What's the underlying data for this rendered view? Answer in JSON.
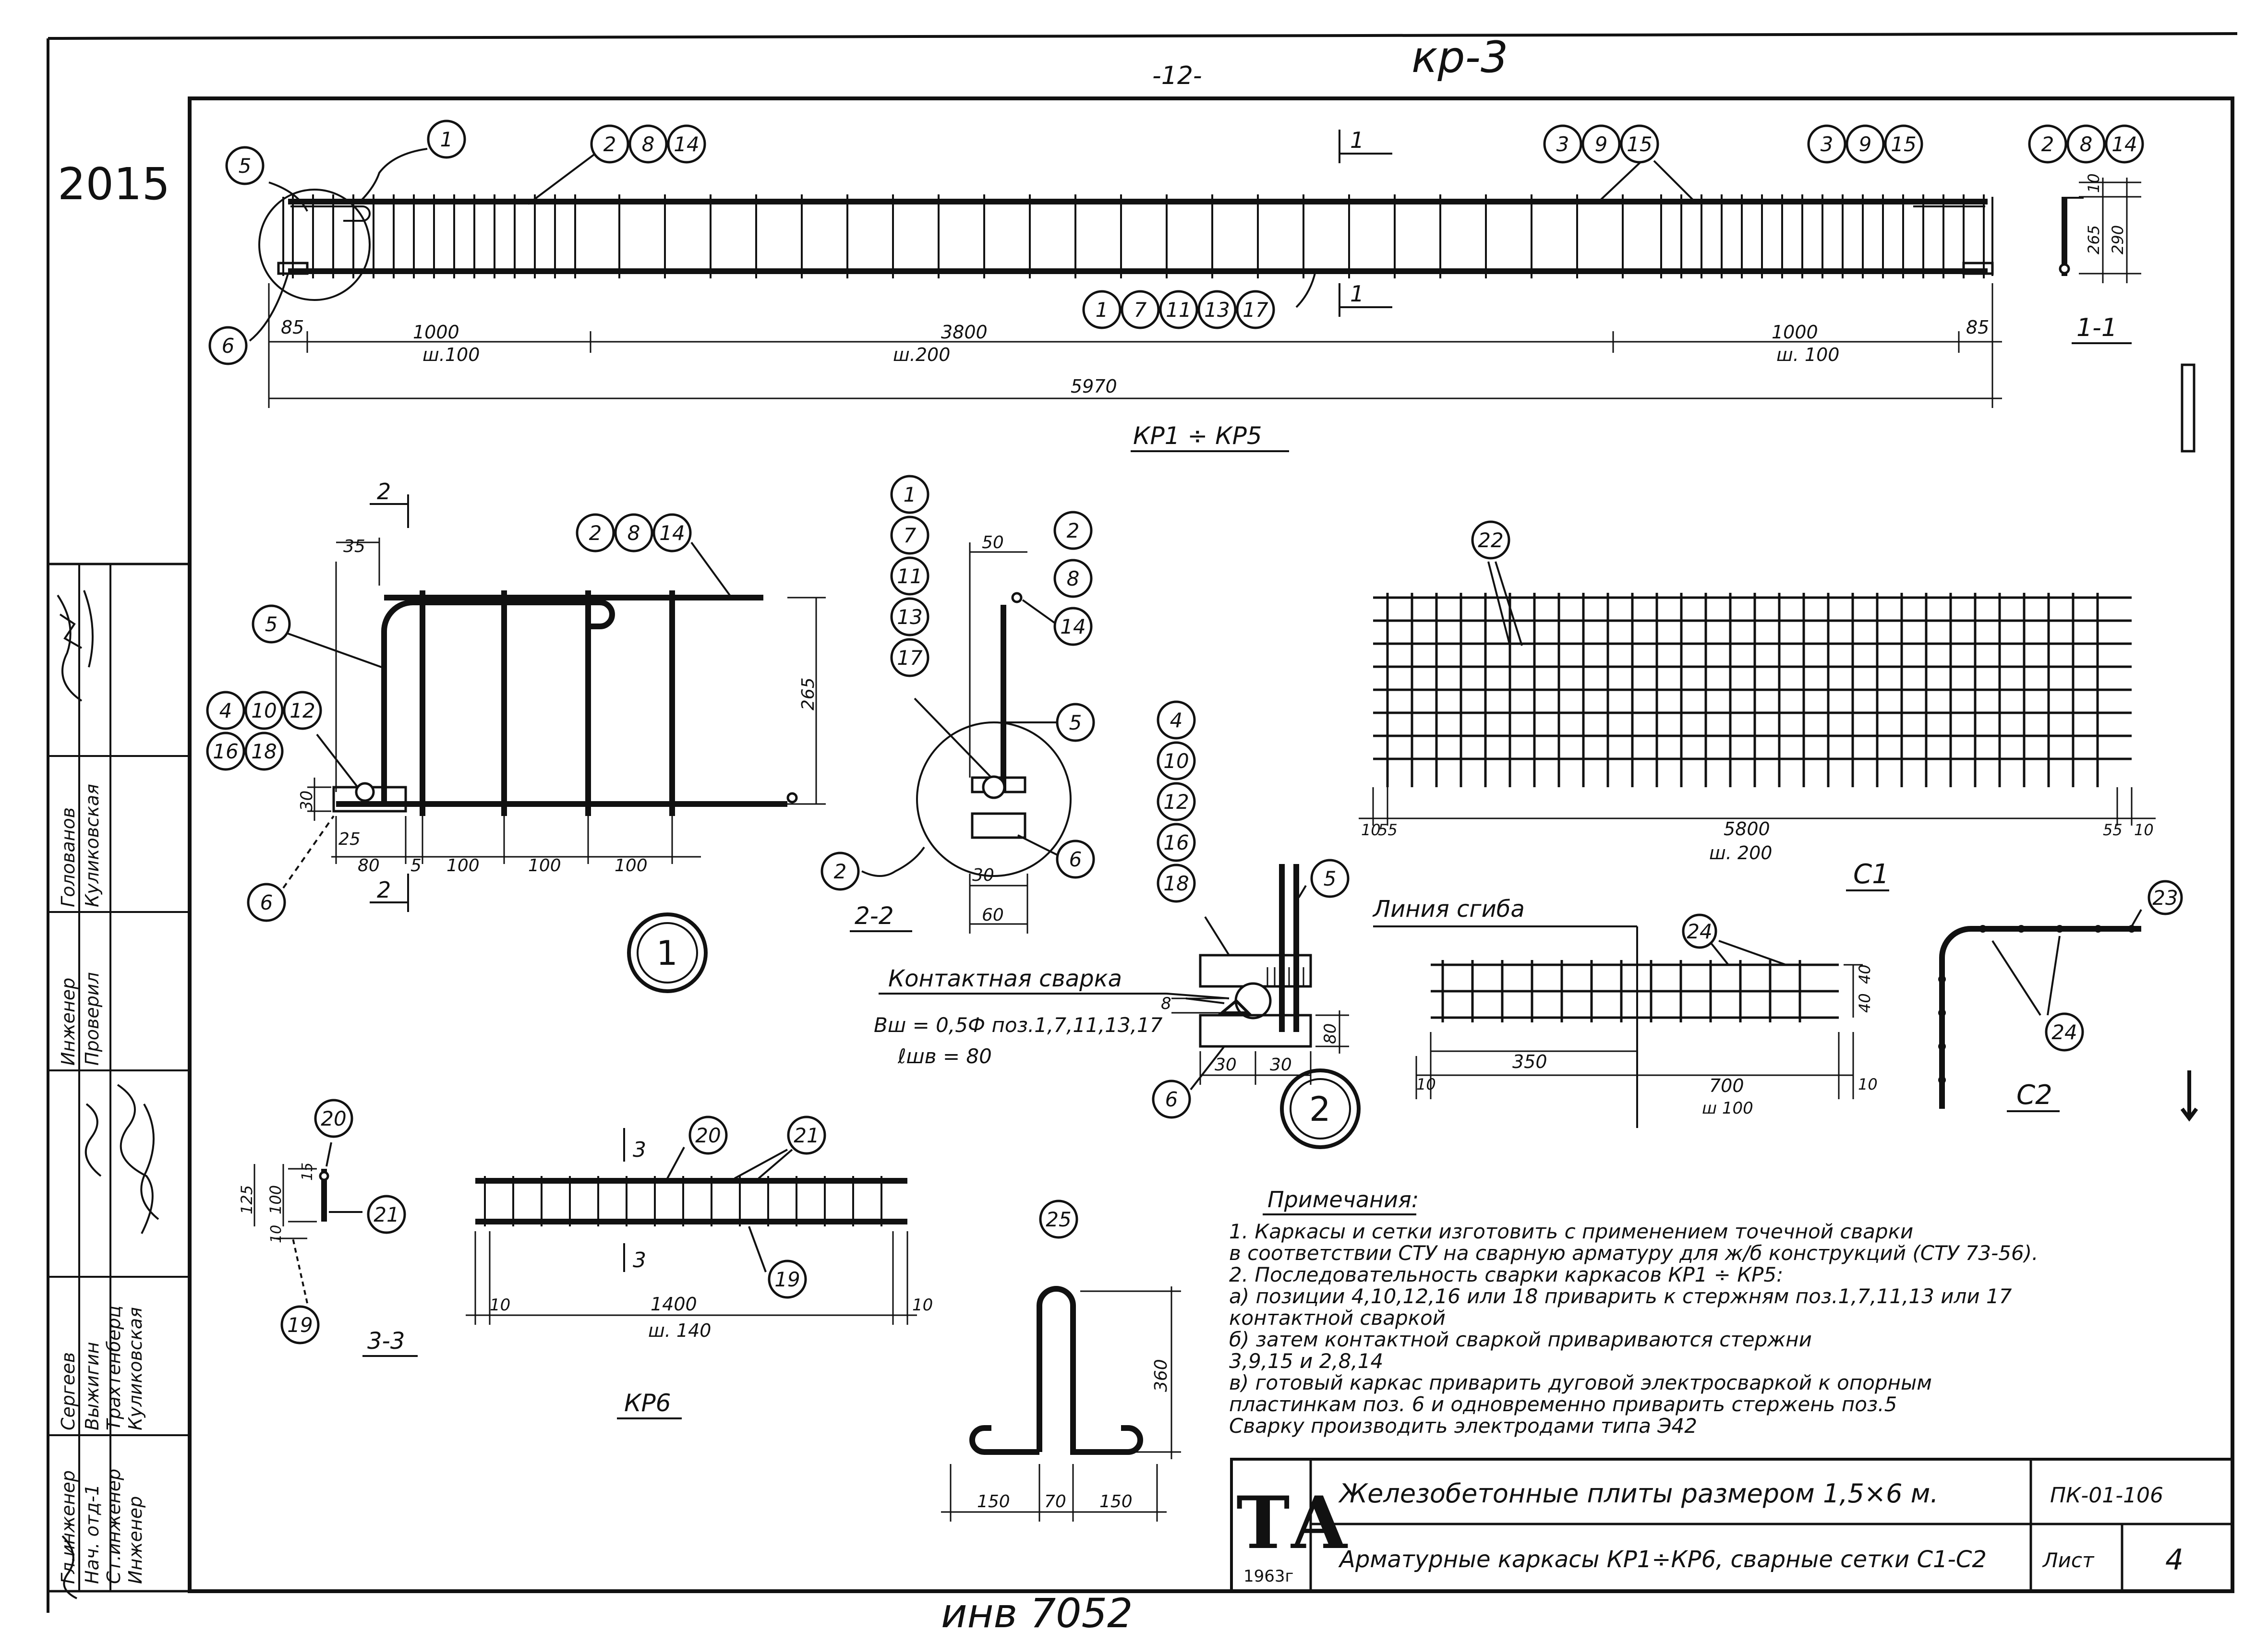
{
  "header": {
    "page_number": "-12-",
    "sheet_code": "кр-3",
    "archive_number": "2015",
    "inventory_number": "инв 7052"
  },
  "kp1_kp5": {
    "title": "КР1 ÷ КР5",
    "dims": {
      "end_left": "85",
      "left_zone": "1000",
      "middle_zone": "3800",
      "right_zone": "1000",
      "end_right": "85",
      "total": "5970",
      "pitch_left": "ш.100",
      "pitch_middle": "ш.200",
      "pitch_right": "ш. 100"
    },
    "section_mark": "1",
    "callouts": {
      "c5": "5",
      "c6": "6",
      "c1": "1",
      "top_left": [
        "2",
        "8",
        "14"
      ],
      "top_mid": [
        "3",
        "9",
        "15"
      ],
      "top_right": [
        "3",
        "9",
        "15"
      ],
      "bottom": [
        "1",
        "7",
        "11",
        "13",
        "17"
      ]
    }
  },
  "section_1_1": {
    "title": "1-1",
    "callouts": [
      "2",
      "8",
      "14"
    ],
    "dims": {
      "d10": "10",
      "d265": "265",
      "d290": "290"
    }
  },
  "detail_1": {
    "number": "1",
    "section_mark": "2",
    "callouts": {
      "top": [
        "2",
        "8",
        "14"
      ],
      "c5": "5",
      "left": [
        "4",
        "10",
        "12",
        "16",
        "18"
      ],
      "c6": "6"
    },
    "dims": {
      "d35": "35",
      "d265": "265",
      "d30": "30",
      "d25": "25",
      "d80": "80",
      "d5": "5",
      "d100a": "100",
      "d100b": "100",
      "d100c": "100"
    }
  },
  "section_2_2": {
    "title": "2-2",
    "callouts": {
      "left_column": [
        "1",
        "7",
        "11",
        "13",
        "17"
      ],
      "right_column": [
        "2",
        "8",
        "14"
      ],
      "c5": "5",
      "c2": "2",
      "c6": "6"
    },
    "dims": {
      "d50": "50",
      "d30": "30",
      "d60": "60"
    }
  },
  "detail_2": {
    "number": "2",
    "callouts": {
      "left_column": [
        "4",
        "10",
        "12",
        "16",
        "18"
      ],
      "c5": "5",
      "c6": "6"
    },
    "weld_title": "Контактная сварка",
    "weld_formula": "Вш = 0,5Ф поз.1,7,11,13,17",
    "weld_pitch": "ℓшв = 80",
    "dims": {
      "d8": "8",
      "d80": "80",
      "d30a": "30",
      "d30b": "30"
    }
  },
  "mesh_c1": {
    "title": "С1",
    "callout": "22",
    "dims": {
      "d10": "10",
      "d55l": "55",
      "d5800": "5800",
      "d55r": "55",
      "d10r": "10",
      "pitch": "ш. 200"
    }
  },
  "mesh_c1_flat": {
    "bend_line": "Линия сгиба",
    "callout": "24",
    "dims": {
      "d40a": "40",
      "d40b": "40",
      "d10l": "10",
      "d350": "350",
      "d700": "700",
      "d10r": "10",
      "pitch": "ш 100"
    }
  },
  "mesh_c2": {
    "title": "С2",
    "callouts": {
      "c23": "23",
      "c24": "24"
    }
  },
  "kp6": {
    "title": "КР6",
    "section_mark": "3",
    "callouts": {
      "c20": "20",
      "c21": "21",
      "c19": "19"
    },
    "dims": {
      "d10l": "10",
      "d1400": "1400",
      "d10r": "10",
      "pitch": "ш. 140"
    }
  },
  "section_3_3": {
    "title": "3-3",
    "callouts": {
      "c20": "20",
      "c21": "21",
      "c19": "19"
    },
    "dims": {
      "d125": "125",
      "d100": "100",
      "d15": "15",
      "d10": "10"
    }
  },
  "bar_25": {
    "callout": "25",
    "dims": {
      "d360": "360",
      "d150a": "150",
      "d70": "70",
      "d150b": "150"
    }
  },
  "notes": {
    "heading": "Примечания:",
    "items": [
      "1.  Каркасы и сетки  изготовить с применением  точечной сварки",
      "     в соответствии СТУ на сварную арматуру для ж/б конструкций (СТУ 73-56).",
      "2.  Последовательность сварки каркасов  КР1 ÷ КР5:",
      "     а) позиции 4,10,12,16 или 18 приварить к стержням поз.1,7,11,13 или 17",
      "     контактной сваркой",
      "     б) затем контактной сваркой привариваются   стержни",
      "     3,9,15 и 2,8,14",
      "     в) готовый каркас приварить дуговой электросваркой  к опорным",
      "     пластинкам поз. 6 и одновременно  приварить  стержень поз.5",
      "     Сварку производить электродами  типа Э42"
    ]
  },
  "title_block": {
    "logo": "ТА",
    "year": "1963г",
    "title_line1": "Железобетонные плиты размером  1,5×6 м.",
    "title_line2": "Арматурные каркасы  КР1÷КР6, сварные сетки С1-С2",
    "doc_code": "ПК-01-106",
    "sheet_label": "Лист",
    "sheet_no": "4"
  },
  "side_stamp": {
    "roles": [
      "Гл.инженер",
      "Нач. отд-1",
      "Ст.инженер",
      "Инженер"
    ],
    "names": [
      "Сергеев",
      "Выжигин",
      "Трахтенберц",
      "Куликовская"
    ],
    "roles2": [
      "Инженер",
      "Проверил"
    ],
    "names2": [
      "Голованов",
      "Куликовская"
    ]
  }
}
